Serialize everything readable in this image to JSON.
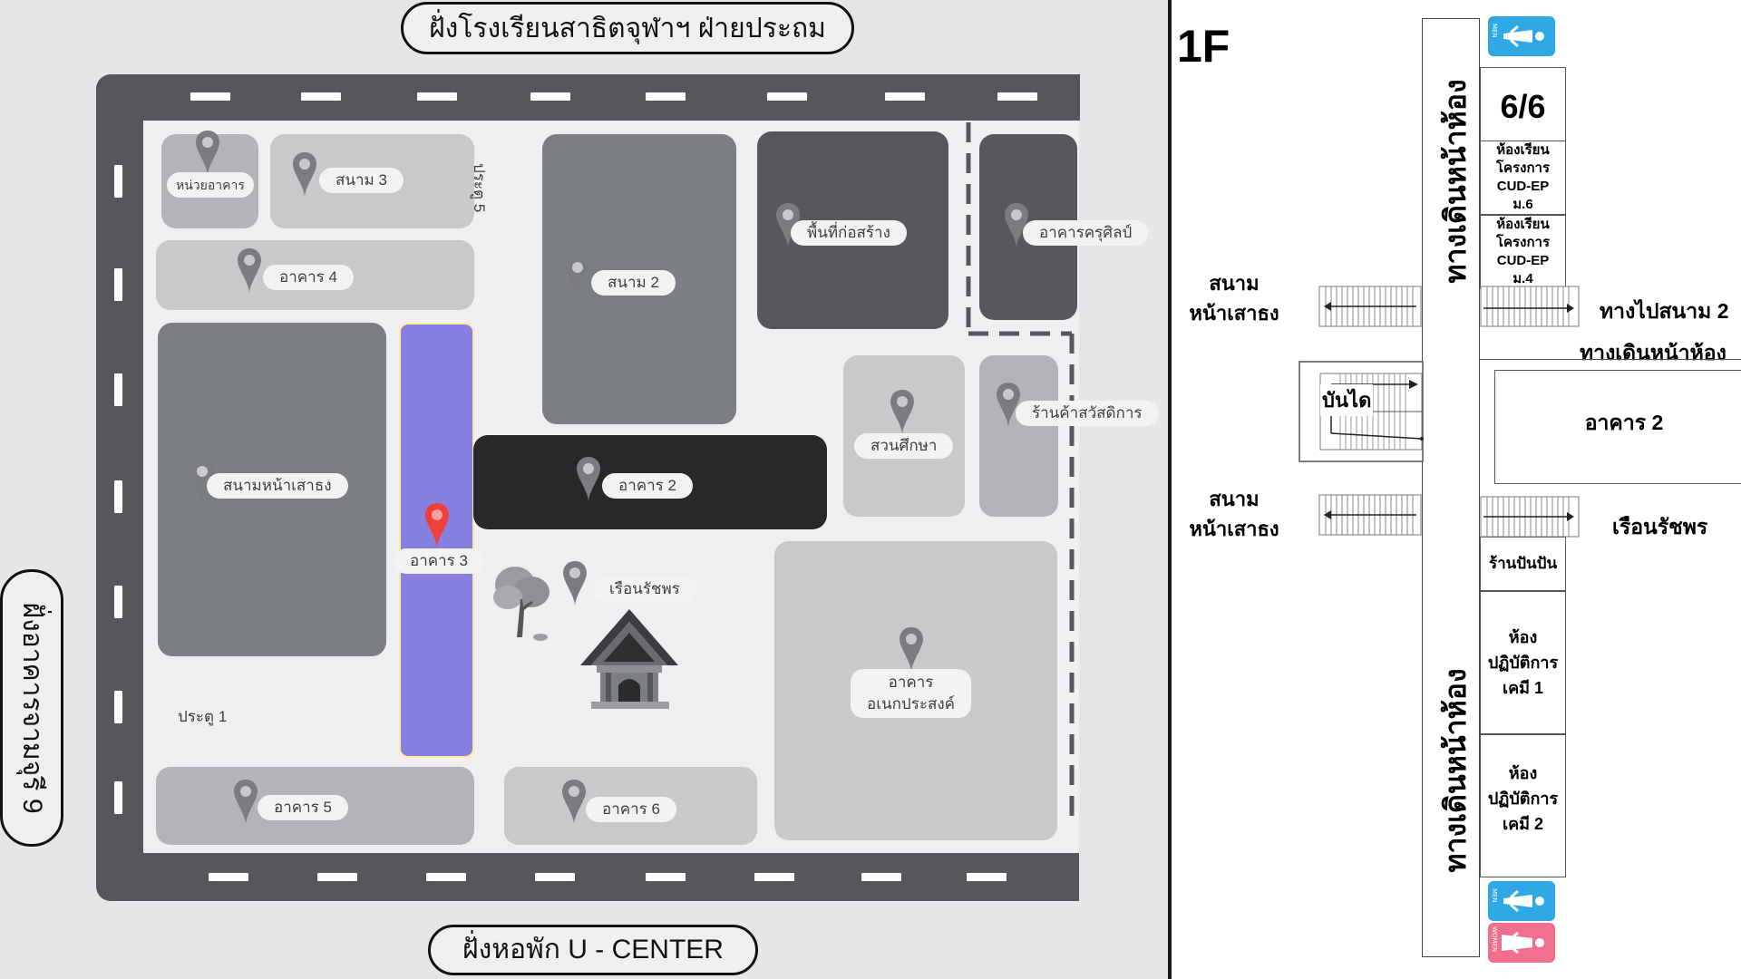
{
  "map": {
    "signs": {
      "top": "ฝั่งโรงเรียนสาธิตจุฬาฯ ฝ่ายประถม",
      "bottom": "ฝั่งหอพัก U - CENTER",
      "left": "ฝั่งอาคารจามจุรี 9"
    },
    "gates": {
      "gate5": "ประตู 5",
      "gate1": "ประตู 1"
    },
    "places": {
      "building_unit": "หน่วยอาคาร",
      "field3": "สนาม 3",
      "building4": "อาคาร 4",
      "field2": "สนาม 2",
      "construction": "พื้นที่ก่อสร้าง",
      "teacher_arts": "อาคารครุศิลป์",
      "front_flagpole_field": "สนามหน้าเสาธง",
      "building3": "อาคาร 3",
      "building2": "อาคาร 2",
      "education_garden": "สวนศึกษา",
      "welfare_shop": "ร้านค้าสวัสดิการ",
      "ruean_ratchaphon": "เรือนรัชพร",
      "multipurpose_line1": "อาคาร",
      "multipurpose_line2": "อเนกประสงค์",
      "building5": "อาคาร 5",
      "building6": "อาคาร 6"
    },
    "colors": {
      "road": "#55575b",
      "selected_building": "#8880e0",
      "selected_pin": "#ef3f3a",
      "pin": "#7a7c80"
    },
    "selected": "อาคาร 3"
  },
  "floor_plan": {
    "floor_label": "1F",
    "corridor_label": "ทางเดินหน้าห้อง",
    "rooms": {
      "room_66": "6/6",
      "cud_ep_m6": [
        "ห้องเรียน",
        "โครงการ",
        "CUD-EP",
        "ม.6"
      ],
      "cud_ep_m4": [
        "ห้องเรียน",
        "โครงการ",
        "CUD-EP",
        "ม.4"
      ],
      "shop": "ร้านปันปัน",
      "chem_lab1": [
        "ห้อง",
        "ปฏิบัติการ",
        "เคมี 1"
      ],
      "chem_lab2": [
        "ห้อง",
        "ปฏิบัติการ",
        "เคมี 2"
      ]
    },
    "labels": {
      "field_front_top": [
        "สนาม",
        "หน้าเสาธง"
      ],
      "field_front_bottom": [
        "สนาม",
        "หน้าเสาธง"
      ],
      "to_field2": "ทางไปสนาม 2",
      "corridor_right": "ทางเดินหน้าห้อง",
      "stairs": "บันได",
      "building2": "อาคาร 2",
      "ruean_ratchaphon": "เรือนรัชพร"
    },
    "restrooms": {
      "men": "MEN",
      "women": "WOMEN"
    }
  }
}
